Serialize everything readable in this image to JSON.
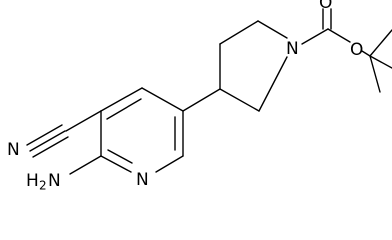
{
  "molecule": {
    "atoms": {
      "n_nitrile": "N",
      "n_pyridine": "N",
      "n_piperidine": "N",
      "o_carbonyl": "O",
      "o_ester": "O",
      "amine_h": "H",
      "amine_subscript": "2",
      "amine_n": "N"
    }
  },
  "colors": {
    "line": "#000000",
    "background": "#ffffff"
  }
}
